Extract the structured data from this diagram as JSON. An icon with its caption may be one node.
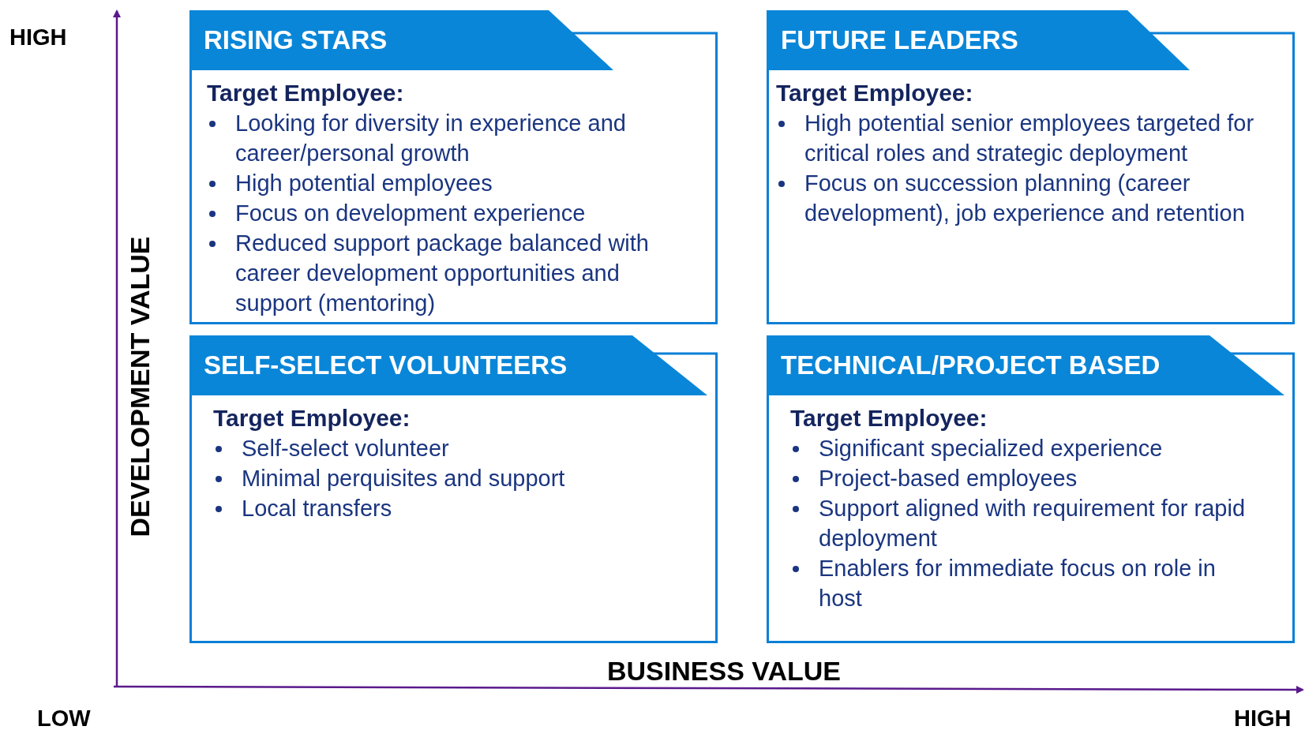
{
  "diagram": {
    "nodes": [
      {
        "text": [
          "RISING STARS",
          "Target Employee:",
          "Looking for diversity in experience and career/personal growth",
          "High potential employees",
          "Focus on development experience",
          "Reduced support package balanced with career development opportunities and support (mentoring)"
        ]
      },
      {
        "text": [
          "FUTURE LEADERS",
          "Target Employee:",
          "High potential senior employees targeted for critical roles and strategic deployment",
          "Focus on succession planning (career development), job experience and retention"
        ]
      },
      {
        "text": [
          "SELF-SELECT VOLUNTEERS",
          "Target Employee:",
          "Self-select volunteer",
          "Minimal perquisites and support",
          "Local transfers"
        ]
      },
      {
        "text": [
          "TECHNICAL/PROJECT BASED",
          "Target Employee:",
          "Significant specialized experience",
          "Project-based employees",
          "Support aligned with requirement for rapid deployment",
          "Enablers for immediate focus on role in host"
        ]
      }
    ],
    "labels": [
      "HIGH",
      "DEVELOPMENT VALUE",
      "BUSINESS VALUE",
      "LOW",
      "HIGH"
    ]
  }
}
